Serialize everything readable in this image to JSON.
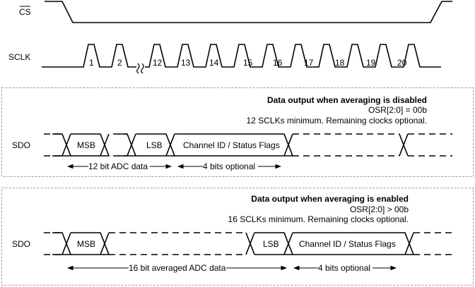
{
  "signals": {
    "cs": "CS",
    "sclk": "SCLK",
    "sdo_disabled": "SDO",
    "sdo_enabled": "SDO"
  },
  "clock_labels": [
    "1",
    "2",
    "12",
    "13",
    "14",
    "15",
    "16",
    "17",
    "18",
    "19",
    "20"
  ],
  "panel_disabled": {
    "title": "Data output when averaging is disabled",
    "osr": "OSR[2:0] = 00b",
    "note": "12 SCLKs minimum. Remaining clocks optional.",
    "msb": "MSB",
    "lsb": "LSB",
    "flags": "Channel ID / Status Flags",
    "span_data": "12 bit ADC data",
    "span_optional": "4 bits optional"
  },
  "panel_enabled": {
    "title": "Data output when averaging is enabled",
    "osr": "OSR[2:0] > 00b",
    "note": "16 SCLKs minimum. Remaining clocks optional.",
    "msb": "MSB",
    "lsb": "LSB",
    "flags": "Channel ID / Status Flags",
    "span_data": "16 bit averaged ADC data",
    "span_optional": "4 bits optional"
  }
}
